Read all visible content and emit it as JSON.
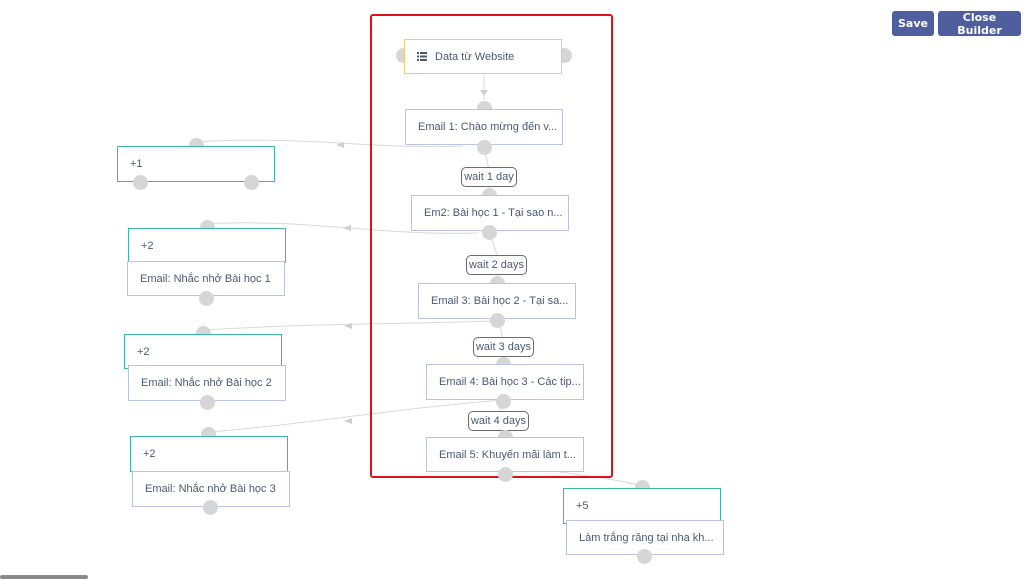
{
  "toolbar": {
    "save_label": "Save",
    "close_label": "Close Builder"
  },
  "source": {
    "label": "Data từ Website",
    "icon": "list-icon"
  },
  "emails": [
    "Email 1: Chào mừng đến v...",
    "Em2: Bài học 1 - Tại sao n...",
    "Email 3: Bài học 2 - Tại sa...",
    "Email 4: Bài học 3 - Các tip...",
    "Email 5: Khuyến mãi làm t..."
  ],
  "waits": [
    "wait 1 day",
    "wait 2 days",
    "wait 3 days",
    "wait 4 days"
  ],
  "branches": [
    {
      "count": "+1",
      "email": ""
    },
    {
      "count": "+2",
      "email": "Email: Nhắc nhở Bài học 1"
    },
    {
      "count": "+2",
      "email": "Email: Nhắc nhở Bài học 2"
    },
    {
      "count": "+2",
      "email": "Email: Nhắc nhở Bài học 3"
    },
    {
      "count": "+5",
      "email": "Làm trắng răng tại nha kh..."
    }
  ],
  "colors": {
    "button": "#4e5e9e",
    "highlight": "#e0101a",
    "condition_border": "#3bb7a6",
    "source_border": "#f3c96b"
  }
}
